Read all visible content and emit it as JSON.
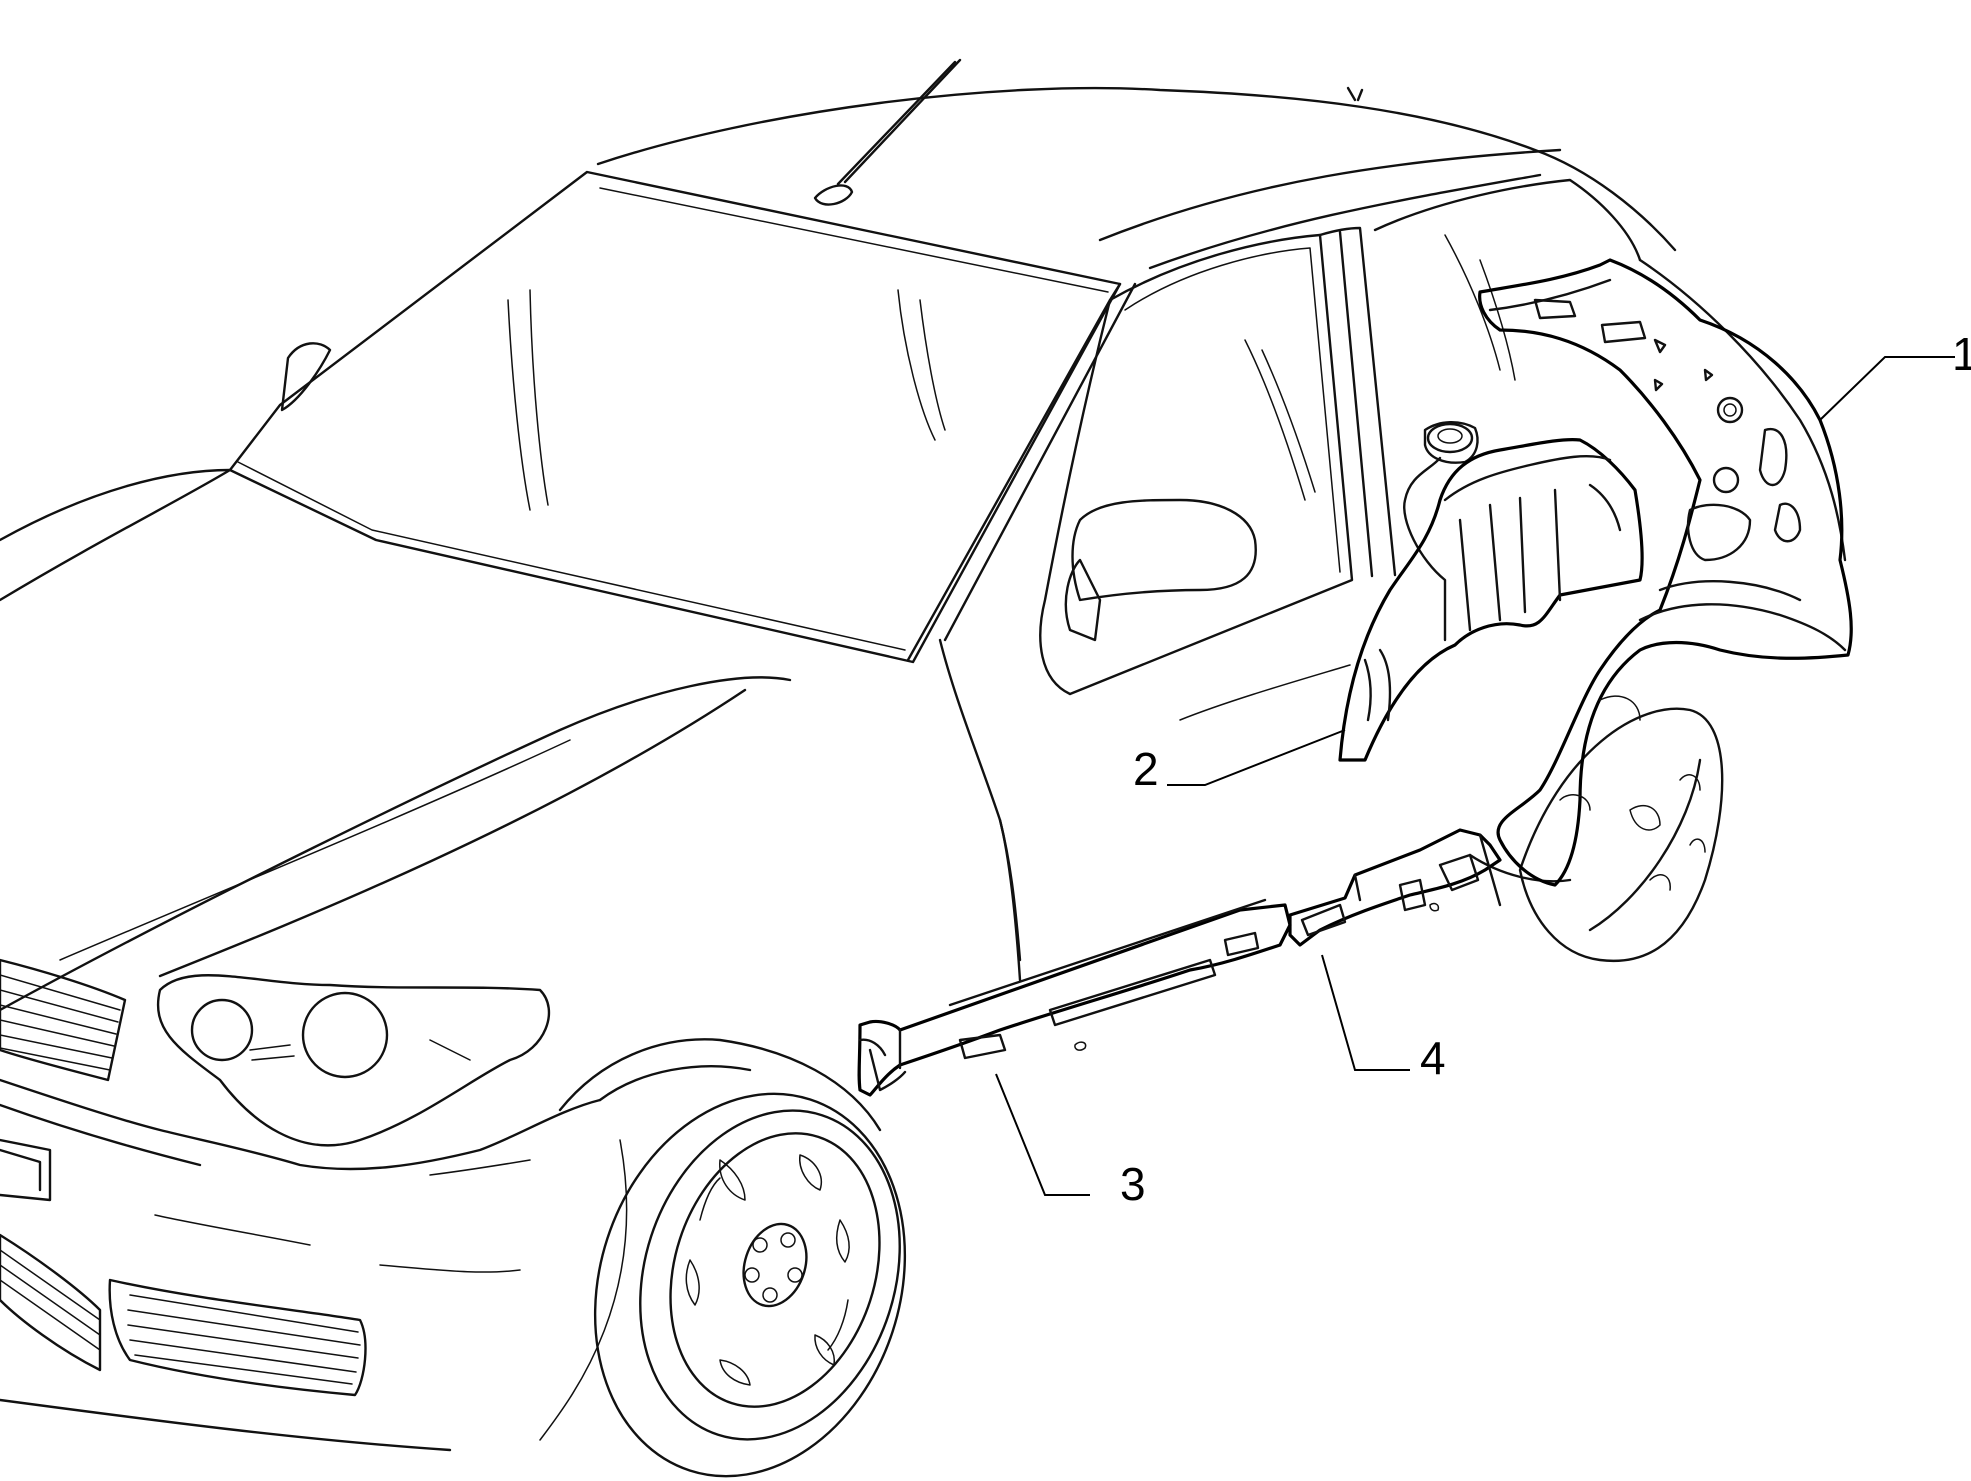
{
  "callouts": [
    {
      "id": "1",
      "label": "1"
    },
    {
      "id": "2",
      "label": "2"
    },
    {
      "id": "3",
      "label": "3"
    },
    {
      "id": "4",
      "label": "4"
    }
  ],
  "colors": {
    "line": "#111111",
    "background": "#ffffff"
  }
}
